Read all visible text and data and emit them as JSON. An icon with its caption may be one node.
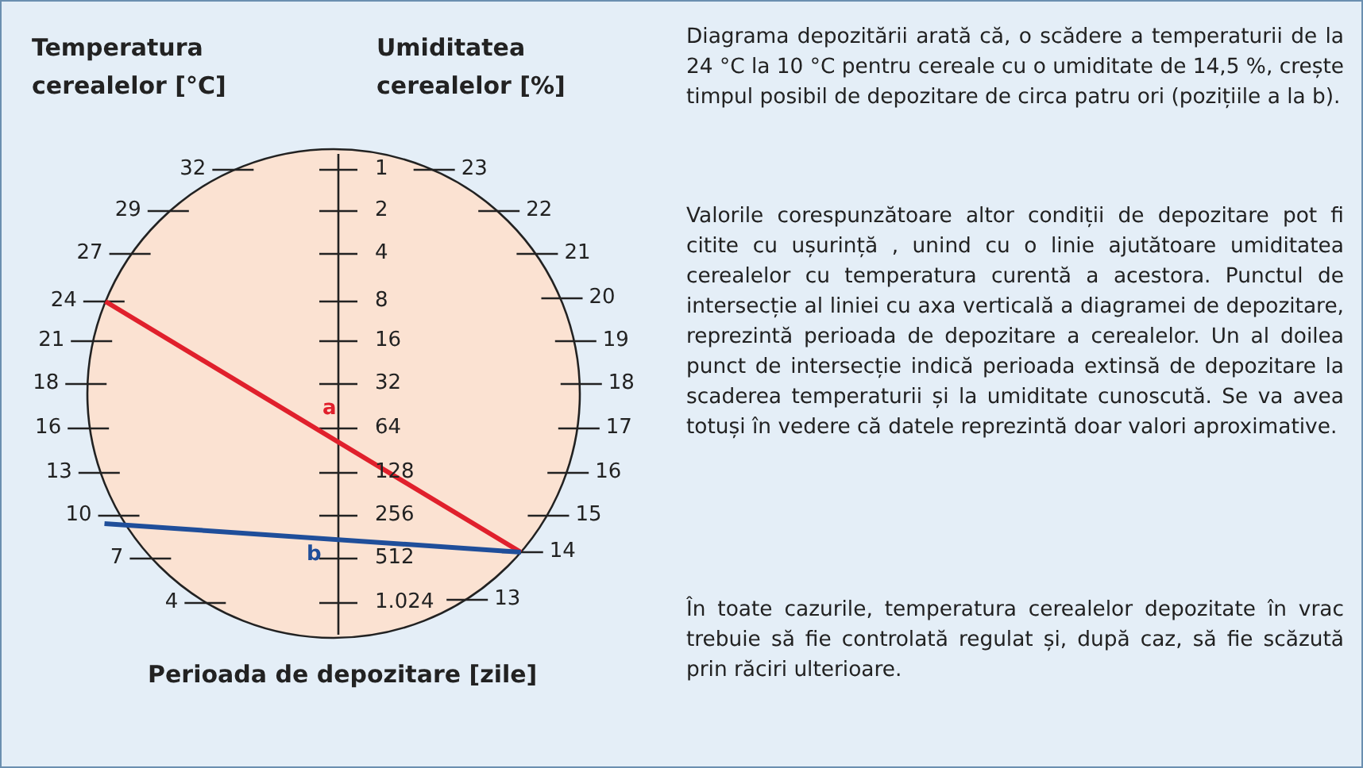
{
  "diagram": {
    "labels": [
      "Temperatura cerealelor [°C]",
      "Umiditatea cerealelor [%]",
      "32",
      "29",
      "27",
      "24",
      "21",
      "18",
      "16",
      "13",
      "10",
      "7",
      "4",
      "1",
      "2",
      "4",
      "8",
      "16",
      "32",
      "64",
      "128",
      "256",
      "512",
      "1.024",
      "23",
      "22",
      "21",
      "20",
      "19",
      "18",
      "17",
      "16",
      "15",
      "14",
      "13",
      "a",
      "b",
      "Diagrama depozitării arată că, o scădere a temperaturii de la 24 °C la 10 °C pentru cereale cu o umiditate de 14,5 %, crește timpul posibil de depozitare de circa patru ori (pozițiile a la b).",
      "Valorile corespunzătoare altor condiții de depozitare pot fi citite cu ușurință , unind cu o linie ajutătoare umiditatea cerealelor cu temperatura curentă a acestora. Punctul de intersecție al liniei cu axa verticală a diagramei de depozitare, reprezintă perioada de depozitare a cerealelor. Un al doilea punct de intersecție indică perioada extinsă de depozitare la scaderea temperaturii și la umiditate cunoscută. Se va avea totuși în vedere că datele reprezintă doar valori aproximative.",
      "În toate cazurile, temperatura cerealelor depozitate în vrac trebuie să fie controlată regulat și, după caz, să fie scăzută prin răciri ulterioare.",
      "Perioada de depozitare [zile]"
    ]
  }
}
